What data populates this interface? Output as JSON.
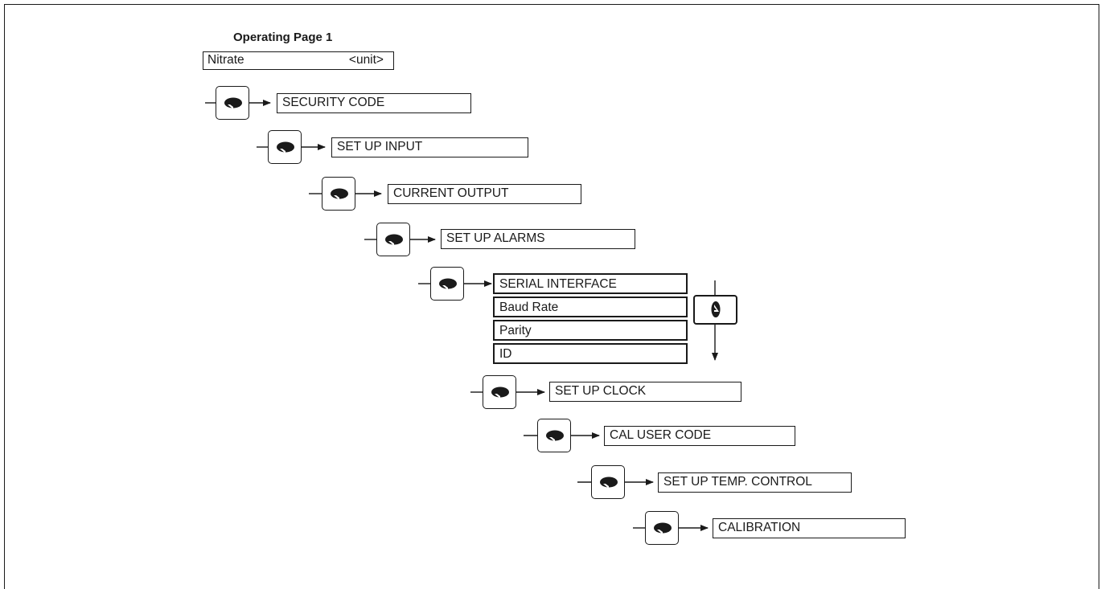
{
  "operating_page": {
    "title": "Operating Page 1",
    "parameter": "Nitrate",
    "unit": "<unit>"
  },
  "menu_key_icon": "menu-key-icon",
  "scroll_key_icon": "parameter-advance-key-icon",
  "menus": [
    {
      "label": "SECURITY CODE"
    },
    {
      "label": "SET UP INPUT"
    },
    {
      "label": "CURRENT OUTPUT"
    },
    {
      "label": "SET UP ALARMS"
    },
    {
      "label": "SERIAL INTERFACE"
    },
    {
      "label": "SET UP CLOCK"
    },
    {
      "label": "CAL USER CODE"
    },
    {
      "label": "SET UP TEMP. CONTROL"
    },
    {
      "label": "CALIBRATION"
    }
  ],
  "serial_interface_params": [
    "Baud Rate",
    "Parity",
    "ID"
  ]
}
